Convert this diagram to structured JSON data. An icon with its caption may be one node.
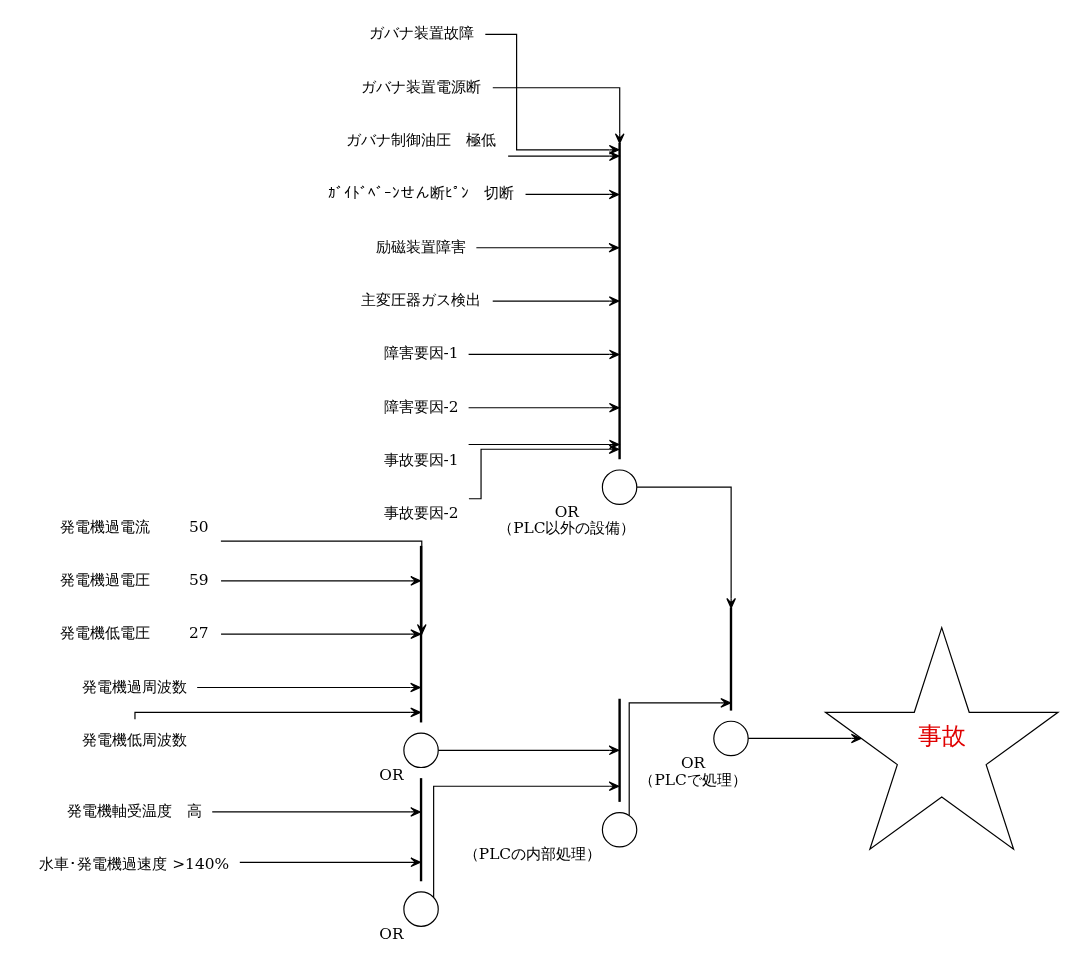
{
  "diagram": {
    "nodes": [
      {
        "text": [
          "ガバナ装置故障"
        ]
      },
      {
        "text": [
          "ガバナ装置電源断"
        ]
      },
      {
        "text": [
          "ガバナ制御油圧　極低"
        ]
      },
      {
        "text": [
          "ｶﾞｲﾄﾞﾍﾞｰﾝせん断ﾋﾟﾝ　切断"
        ]
      },
      {
        "text": [
          "励磁装置障害"
        ]
      },
      {
        "text": [
          "主変圧器ガス検出"
        ]
      },
      {
        "text": [
          "障害要因-1"
        ]
      },
      {
        "text": [
          "障害要因-2"
        ]
      },
      {
        "text": [
          "事故要因-1"
        ]
      },
      {
        "text": [
          "事故要因-2"
        ]
      },
      {
        "text": [],
        "shape": "bar"
      },
      {
        "text": [],
        "shape": "circle",
        "beside": [
          "OR",
          "（PLC以外の設備）"
        ]
      },
      {
        "text": [
          "発電機過電流",
          "50"
        ]
      },
      {
        "text": [
          "発電機過電圧",
          "59"
        ]
      },
      {
        "text": [
          "発電機低電圧",
          "27"
        ]
      },
      {
        "text": [
          "発電機過周波数"
        ]
      },
      {
        "text": [
          "発電機低周波数"
        ]
      },
      {
        "text": [],
        "shape": "bar"
      },
      {
        "text": [],
        "shape": "circle",
        "beside": [
          "OR"
        ]
      },
      {
        "text": [
          "発電機軸受温度　高"
        ]
      },
      {
        "text": [
          "水車･発電機過速度 >140%"
        ]
      },
      {
        "text": [],
        "shape": "bar"
      },
      {
        "text": [],
        "shape": "circle",
        "beside": [
          "OR"
        ]
      },
      {
        "text": [],
        "shape": "bar"
      },
      {
        "text": [],
        "shape": "circle",
        "beside": [
          "（PLCの内部処理）"
        ]
      },
      {
        "text": [],
        "shape": "bar"
      },
      {
        "text": [],
        "shape": "circle",
        "beside": [
          "OR",
          "（PLCで処理）"
        ]
      },
      {
        "text": [
          "事故"
        ]
      }
    ],
    "edges": [
      {
        "from": 0,
        "to": 10,
        "arrow": "to"
      },
      {
        "from": 1,
        "to": 10,
        "arrow": "to"
      },
      {
        "from": 2,
        "to": 10,
        "arrow": "to"
      },
      {
        "from": 3,
        "to": 10,
        "arrow": "to"
      },
      {
        "from": 4,
        "to": 10,
        "arrow": "to"
      },
      {
        "from": 5,
        "to": 10,
        "arrow": "to"
      },
      {
        "from": 6,
        "to": 10,
        "arrow": "to"
      },
      {
        "from": 7,
        "to": 10,
        "arrow": "to"
      },
      {
        "from": 8,
        "to": 10,
        "arrow": "to"
      },
      {
        "from": 9,
        "to": 10,
        "arrow": "to"
      },
      {
        "from": 11,
        "to": 25,
        "arrow": "to"
      },
      {
        "from": 12,
        "to": 17,
        "arrow": "to"
      },
      {
        "from": 13,
        "to": 17,
        "arrow": "to"
      },
      {
        "from": 14,
        "to": 17,
        "arrow": "to"
      },
      {
        "from": 15,
        "to": 17,
        "arrow": "to"
      },
      {
        "from": 16,
        "to": 17,
        "arrow": "to"
      },
      {
        "from": 18,
        "to": 23,
        "arrow": "to"
      },
      {
        "from": 19,
        "to": 21,
        "arrow": "to"
      },
      {
        "from": 20,
        "to": 21,
        "arrow": "to"
      },
      {
        "from": 22,
        "to": 23,
        "arrow": "to"
      },
      {
        "from": 24,
        "to": 25,
        "arrow": "to"
      },
      {
        "from": 26,
        "to": 27,
        "arrow": "to"
      }
    ]
  }
}
